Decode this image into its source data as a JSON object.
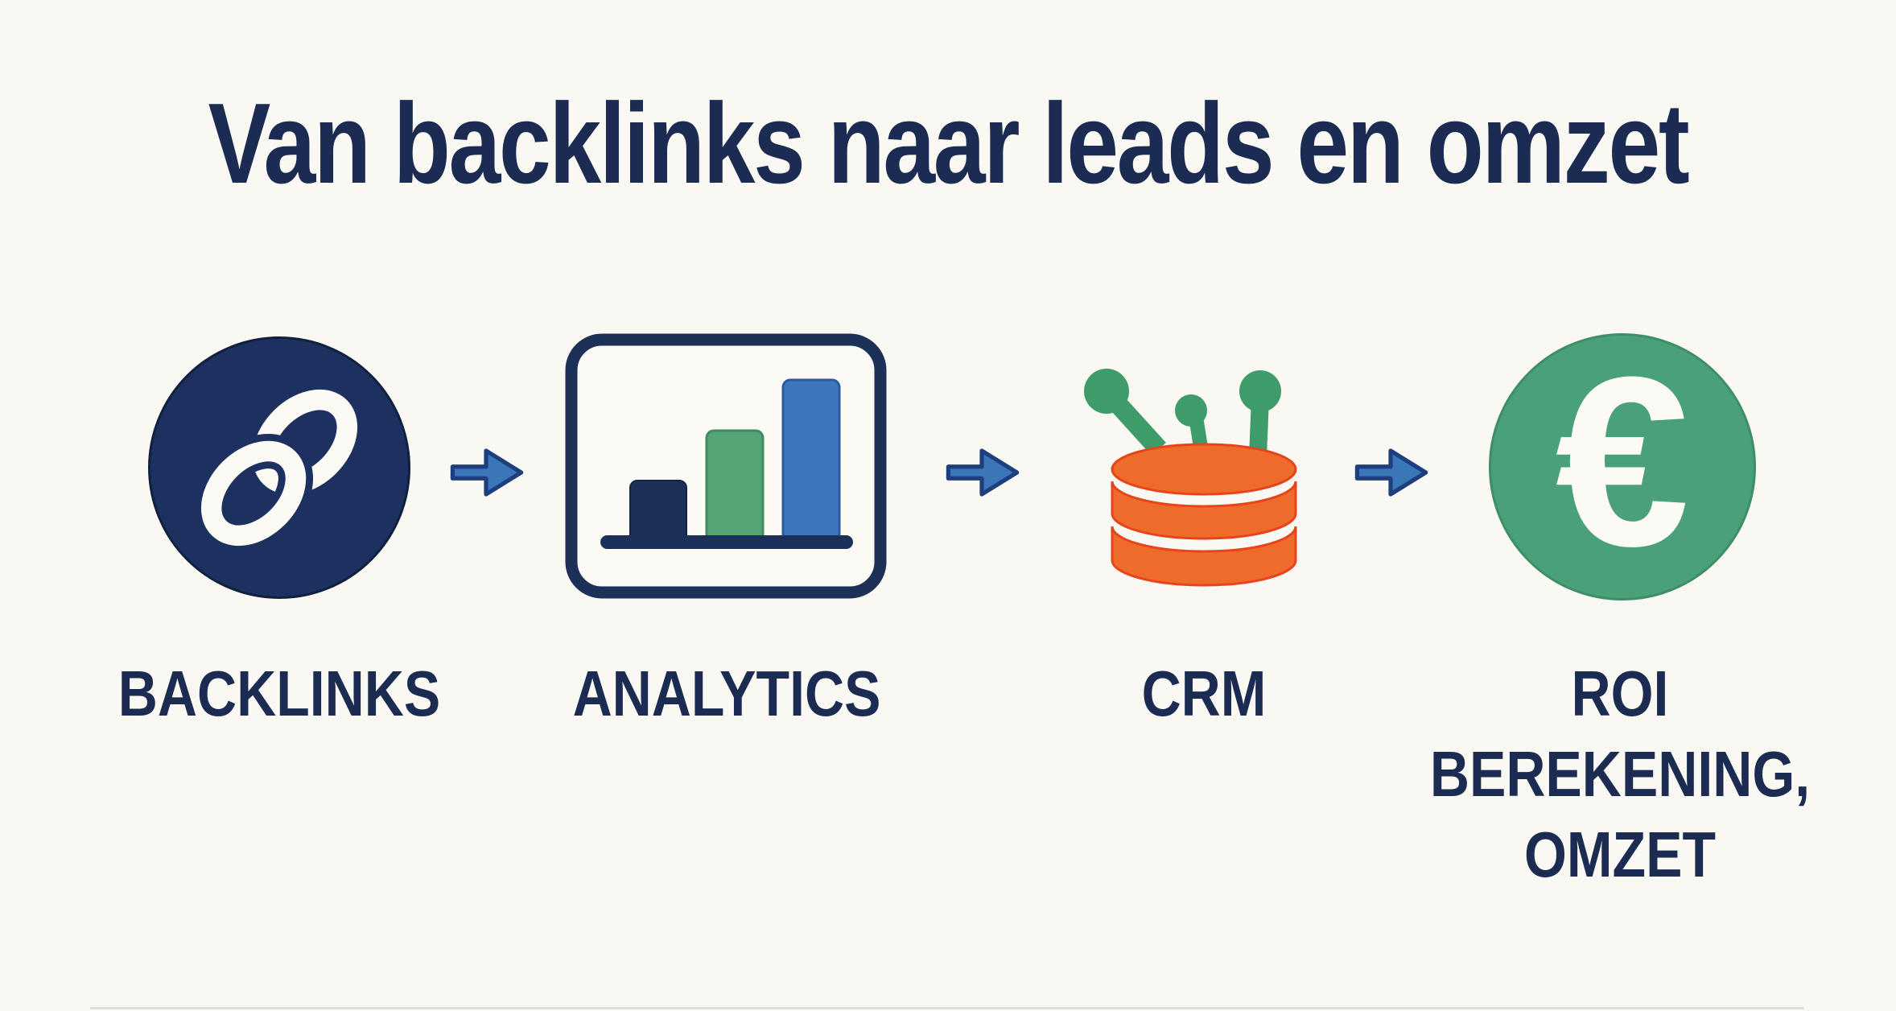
{
  "title": {
    "text": "Van backlinks naar leads en omzet"
  },
  "flow": {
    "steps": [
      {
        "id": "backlinks",
        "label": "BACKLINKS",
        "icon": "chain-link-icon"
      },
      {
        "id": "analytics",
        "label": "ANALYTICS",
        "icon": "bar-chart-icon"
      },
      {
        "id": "crm",
        "label": "CRM",
        "icon": "database-pins-icon"
      },
      {
        "id": "roi",
        "label_line1": "ROI BEREKENING,",
        "label_line2": "OMZET",
        "icon": "euro-coin-icon"
      }
    ],
    "connector_icon": "arrow-right-icon",
    "euro_symbol": "€"
  },
  "colors": {
    "bg": "#FAF8F3",
    "navy": "#1C3160",
    "navy-text": "#1B2B52",
    "icon-fill": "#FBFAF5",
    "bar-navy": "#1D3158",
    "bar-green": "#55A475",
    "bar-green-edge": "#3F8A5E",
    "bar-blue": "#3C77BD",
    "bar-blue-edge": "#2B5B9E",
    "arrow-blue": "#3B76B8",
    "arrow-edge": "#1E3F7E",
    "orange": "#EE6B2B",
    "orange-edge": "#E8441C",
    "pin-green": "#3E9C6A",
    "green": "#4AA179"
  }
}
